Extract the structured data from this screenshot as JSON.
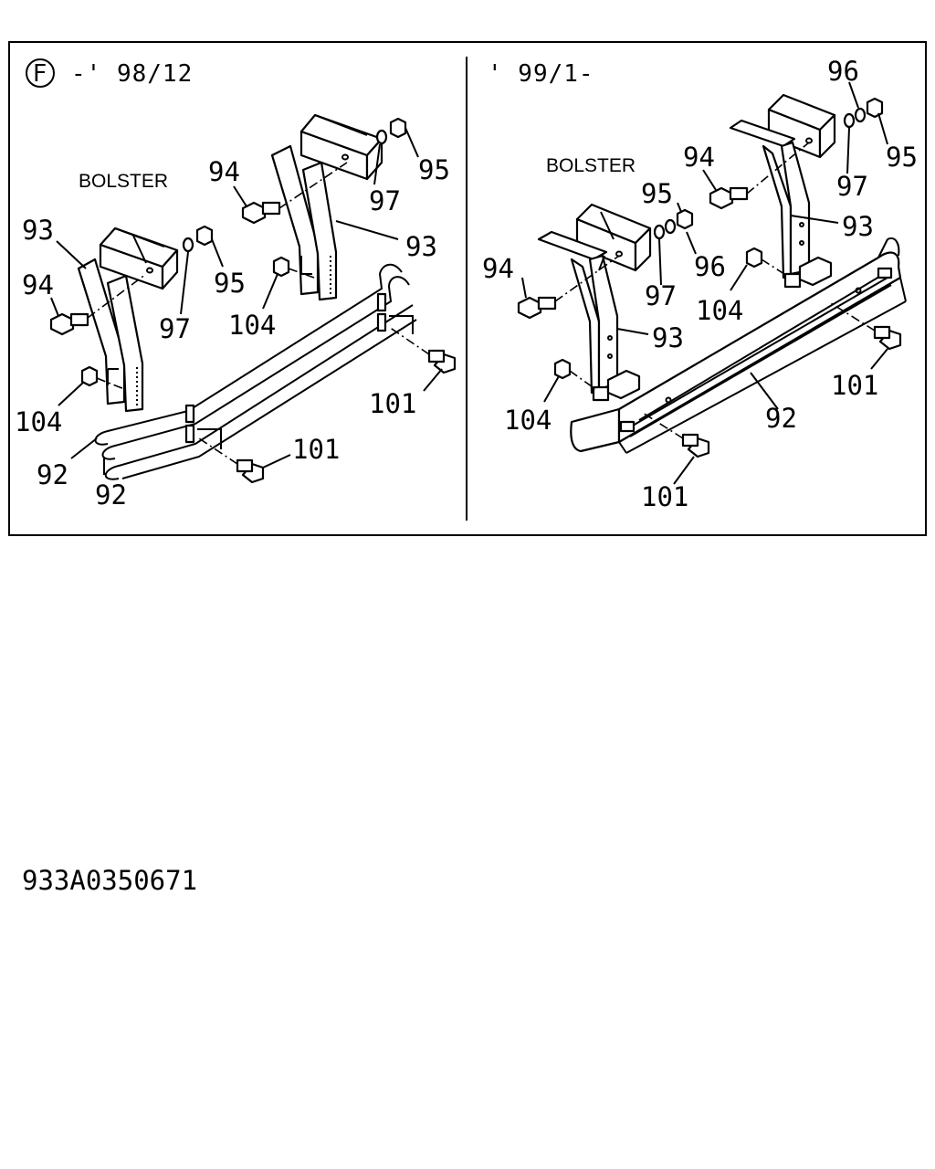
{
  "panels": [
    {
      "id": "left",
      "circled_letter": "F",
      "period": "-' 98/12",
      "bolster": "BOLSTER",
      "callouts": [
        "93",
        "94",
        "94",
        "95",
        "95",
        "97",
        "97",
        "93",
        "104",
        "104",
        "101",
        "101",
        "92",
        "92"
      ]
    },
    {
      "id": "right",
      "period": "' 99/1-",
      "bolster": "BOLSTER",
      "callouts": [
        "96",
        "95",
        "97",
        "94",
        "95",
        "96",
        "93",
        "94",
        "97",
        "93",
        "104",
        "101",
        "104",
        "92",
        "101"
      ]
    }
  ],
  "drawing_code": "933A0350671"
}
